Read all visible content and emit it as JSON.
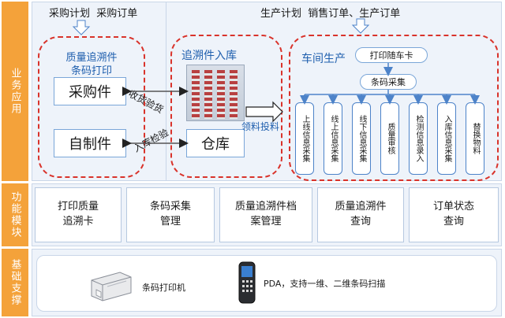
{
  "bands": {
    "business": "业务应用",
    "function": "功能模块",
    "foundation": "基础支撑"
  },
  "top": {
    "procurement_header": "采购计划  采购订单",
    "production_header": "生产计划  销售订单、生产订单"
  },
  "left_group": {
    "title_line1": "质量追溯件",
    "title_line2": "条码打印",
    "purchased": "采购件",
    "selfmade": "自制件"
  },
  "middle_group": {
    "title": "追溯件入库",
    "warehouse": "仓库"
  },
  "arrows": {
    "receiving_check": "收货验货",
    "storage_check": "入库检验",
    "pick_materials": "领料投料"
  },
  "workshop": {
    "title": "车间生产",
    "print_card": "打印随车卡",
    "barcode_collect": "条码采集",
    "steps": [
      "上线信息采集",
      "线上信息采集",
      "线下信息采集",
      "质量审核",
      "检测信息录入",
      "入库信息采集",
      "替换物料"
    ]
  },
  "modules": [
    "打印质量\n追溯卡",
    "条码采集\n管理",
    "质量追溯件档\n案管理",
    "质量追溯件\n查询",
    "订单状态\n查询"
  ],
  "foundation": {
    "printer_label": "条码打印机",
    "pda_label": "PDA，支持一维、二维条码扫描"
  },
  "colors": {
    "band": "#f4a23a",
    "panel": "#eef3fa",
    "dash": "#d9332b",
    "arrow": "#4d83c9",
    "title_blue": "#1f5fae"
  }
}
